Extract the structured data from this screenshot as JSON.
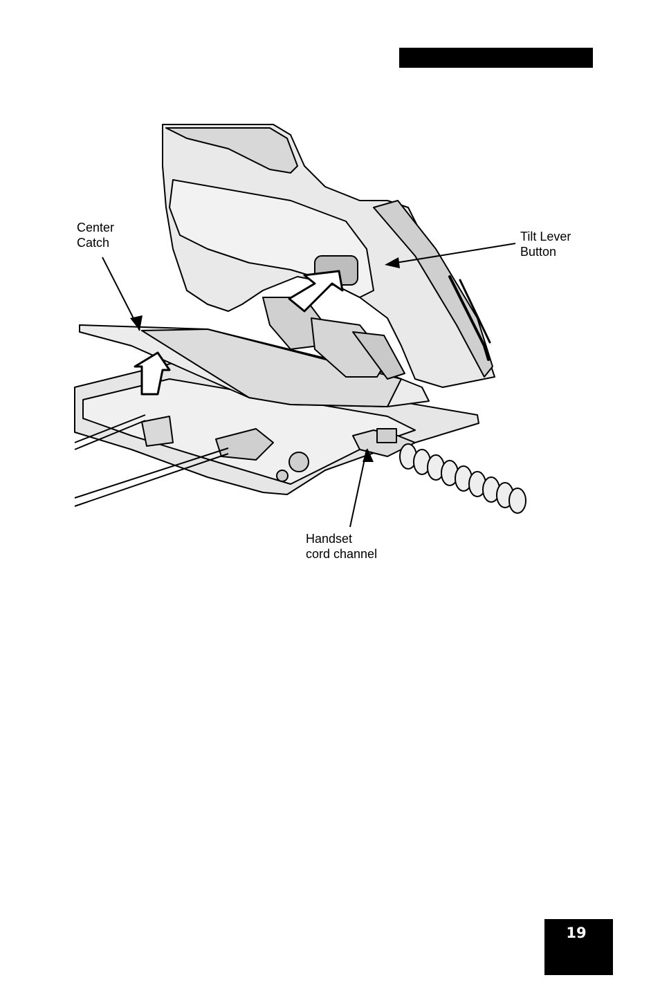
{
  "figure": {
    "callouts": {
      "center_catch": [
        "Center",
        "Catch"
      ],
      "tilt_lever": [
        "Tilt Lever",
        "Button"
      ],
      "handset_channel": [
        "Handset",
        "cord channel"
      ]
    }
  },
  "page": {
    "number": "19"
  },
  "colors": {
    "ink": "#000000",
    "paper": "#ffffff",
    "shade": "#e6e6e6"
  }
}
